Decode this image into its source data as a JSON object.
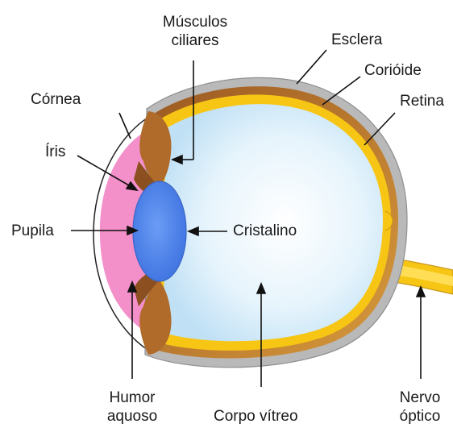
{
  "labels": {
    "musculos_ciliares_line1": "Músculos",
    "musculos_ciliares_line2": "ciliares",
    "esclera": "Esclera",
    "corioide": "Corióide",
    "retina": "Retina",
    "cornea": "Córnea",
    "iris": "Íris",
    "pupila": "Pupila",
    "cristalino": "Cristalino",
    "humor_aquoso_line1": "Humor",
    "humor_aquoso_line2": "aquoso",
    "corpo_vitreo": "Corpo vítreo",
    "nervo_optico_line1": "Nervo",
    "nervo_optico_line2": "óptico"
  },
  "colors": {
    "sclera": "#b9b9b9",
    "choroid": "#c8812e",
    "retina": "#f7c614",
    "vitreous": "#dff0fb",
    "lens": "#4f86ee",
    "aqueous": "#f38fc9",
    "iris": "#a0612a",
    "cornea_outline": "#333333"
  }
}
